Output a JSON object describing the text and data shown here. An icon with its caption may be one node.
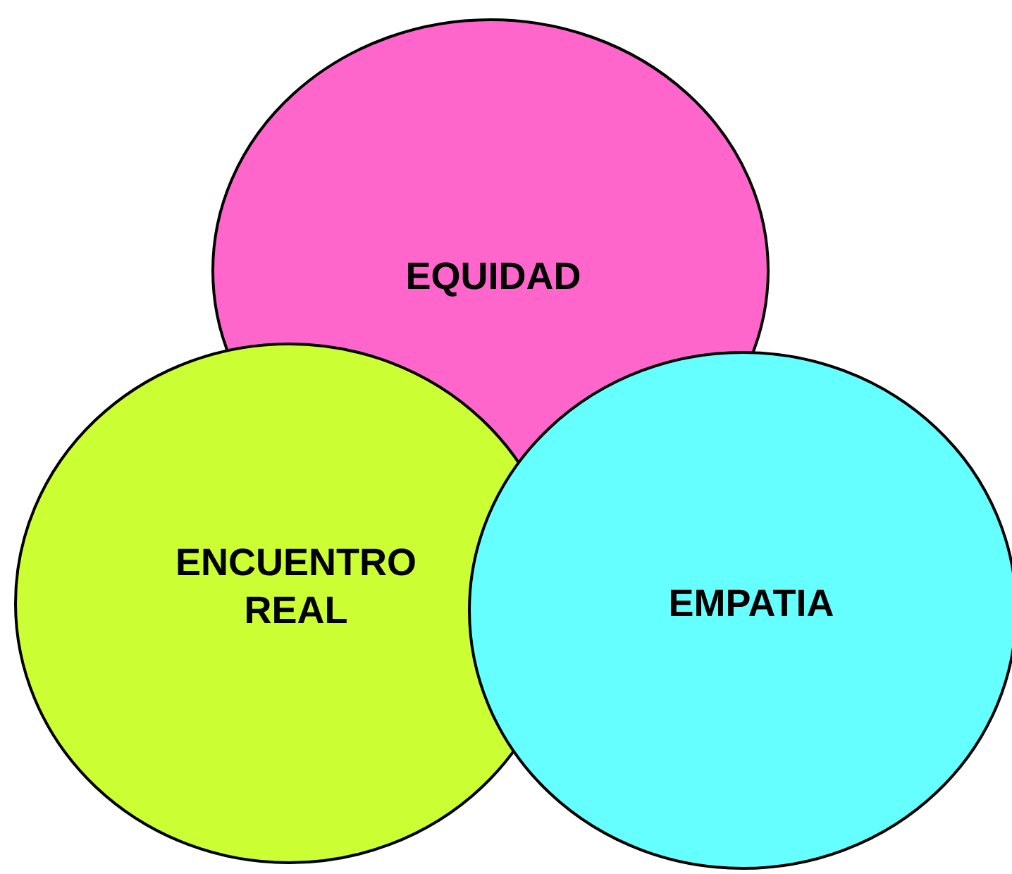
{
  "diagram": {
    "nodes": [
      {
        "text": [
          "EQUIDAD"
        ]
      },
      {
        "text": [
          "ENCUENTRO REAL"
        ]
      },
      {
        "text": [
          "EMPATIA"
        ]
      }
    ]
  }
}
